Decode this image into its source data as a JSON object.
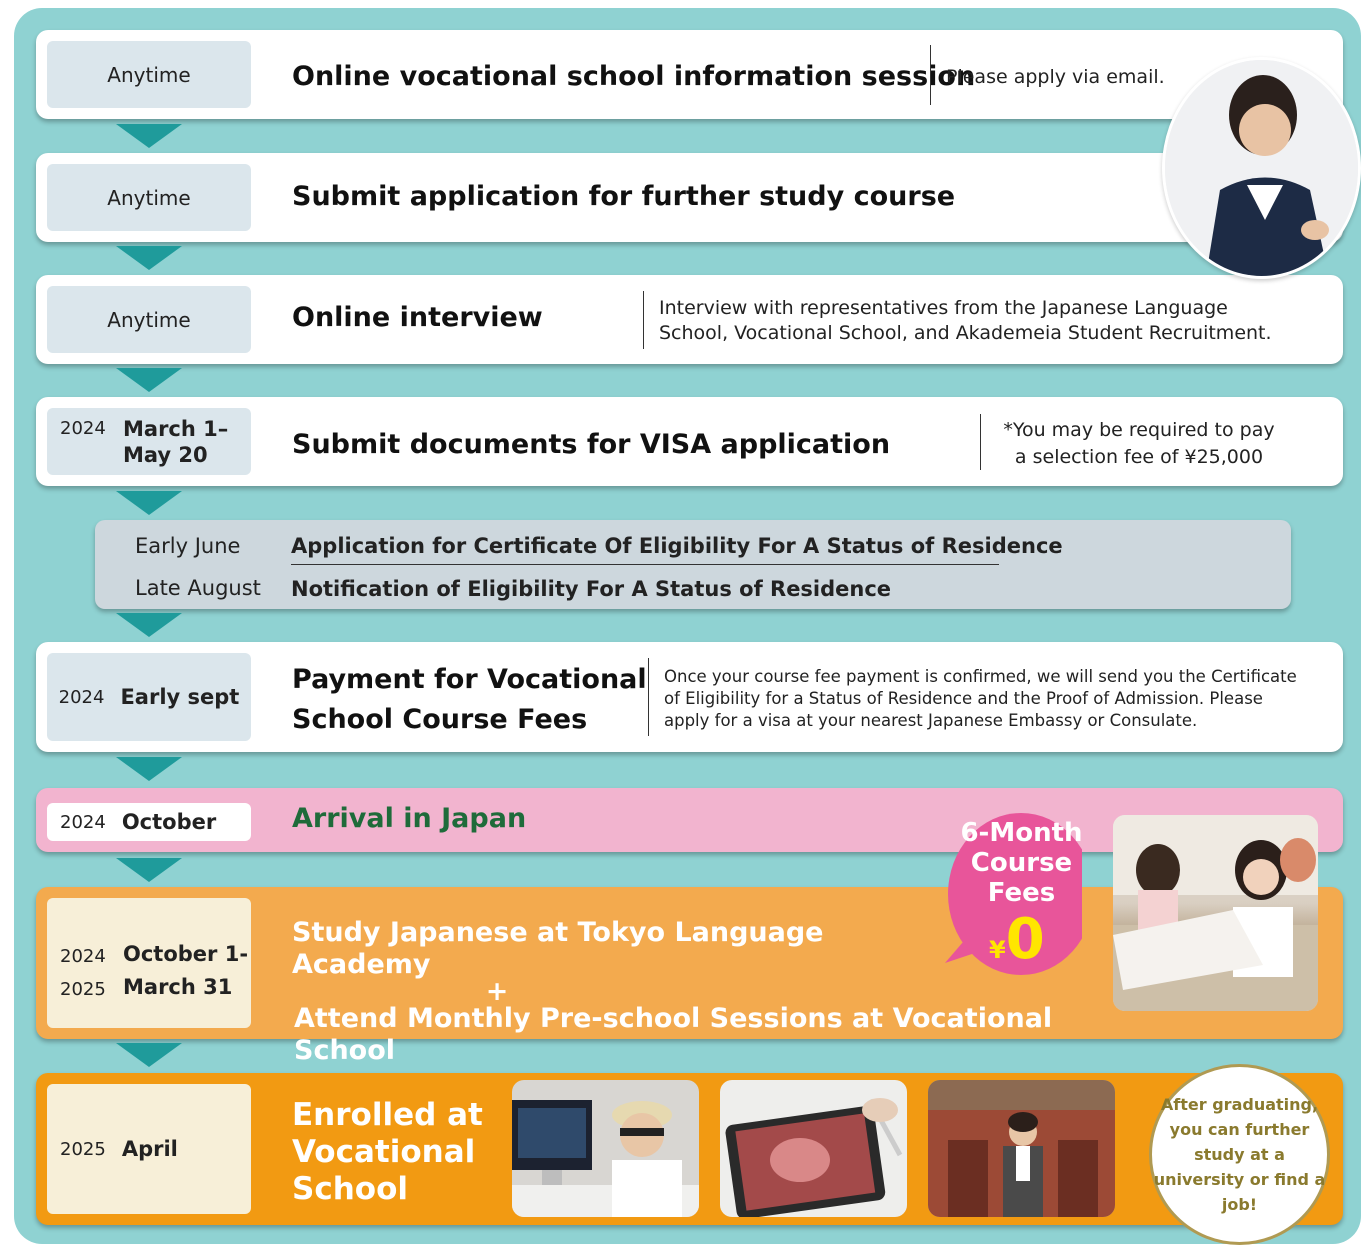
{
  "steps": [
    {
      "date": "Anytime",
      "title": "Online vocational school information session",
      "note": "Please apply via email."
    },
    {
      "date": "Anytime",
      "title": "Submit application for further study course"
    },
    {
      "date": "Anytime",
      "title": "Online interview",
      "note_line1": "Interview with representatives from the Japanese Language",
      "note_line2": "School, Vocational School, and Akademeia Student Recruitment."
    },
    {
      "year": "2024",
      "date_line1": "March 1–",
      "date_line2": "May 20",
      "title": "Submit documents for VISA application",
      "note_line1": "*You may be required to pay",
      "note_line2": "a selection fee of ¥25,000"
    },
    {
      "year": "2024",
      "date": "Early sept",
      "title_line1": "Payment for Vocational",
      "title_line2": "School Course Fees",
      "note_line1": "Once your course fee payment is confirmed, we will send you the Certificate",
      "note_line2": "of Eligibility for a Status of Residence and the Proof of Admission. Please",
      "note_line3": "apply for a visa at your nearest Japanese Embassy or Consulate."
    },
    {
      "year": "2024",
      "date": "October",
      "title": "Arrival in Japan"
    },
    {
      "year1": "2024",
      "date_line1": "October 1-",
      "year2": "2025",
      "date_line2": "March 31",
      "title_line1": "Study Japanese at Tokyo Language Academy",
      "title_plus": "+",
      "title_line2": "Attend Monthly Pre-school Sessions at Vocational School"
    },
    {
      "year": "2025",
      "date": "April",
      "title_line1": "Enrolled at",
      "title_line2": "Vocational",
      "title_line3": "School"
    }
  ],
  "coe": [
    {
      "date": "Early June",
      "text": "Application for Certificate Of Eligibility For A Status of Residence"
    },
    {
      "date": "Late August",
      "text": "Notification of Eligibility For A Status of Residence"
    }
  ],
  "promo": {
    "line1": "6-Month",
    "line2": "Course",
    "line3": "Fees",
    "currency": "¥",
    "amount": "0"
  },
  "after": {
    "line1": "After graduating,",
    "line2": "you can further",
    "line3": "study at a",
    "line4": "university or find a",
    "line5": "job!"
  },
  "colors": {
    "background": "#8fd2d2",
    "arrow": "#1f9b9b",
    "pink_row": "#f2b4cf",
    "orange_row": "#f3aa4e",
    "deep_orange_row": "#f29a12",
    "promo_bubble": "#e8559a",
    "after_text": "#8a7a2e",
    "after_border": "#b09a52"
  }
}
